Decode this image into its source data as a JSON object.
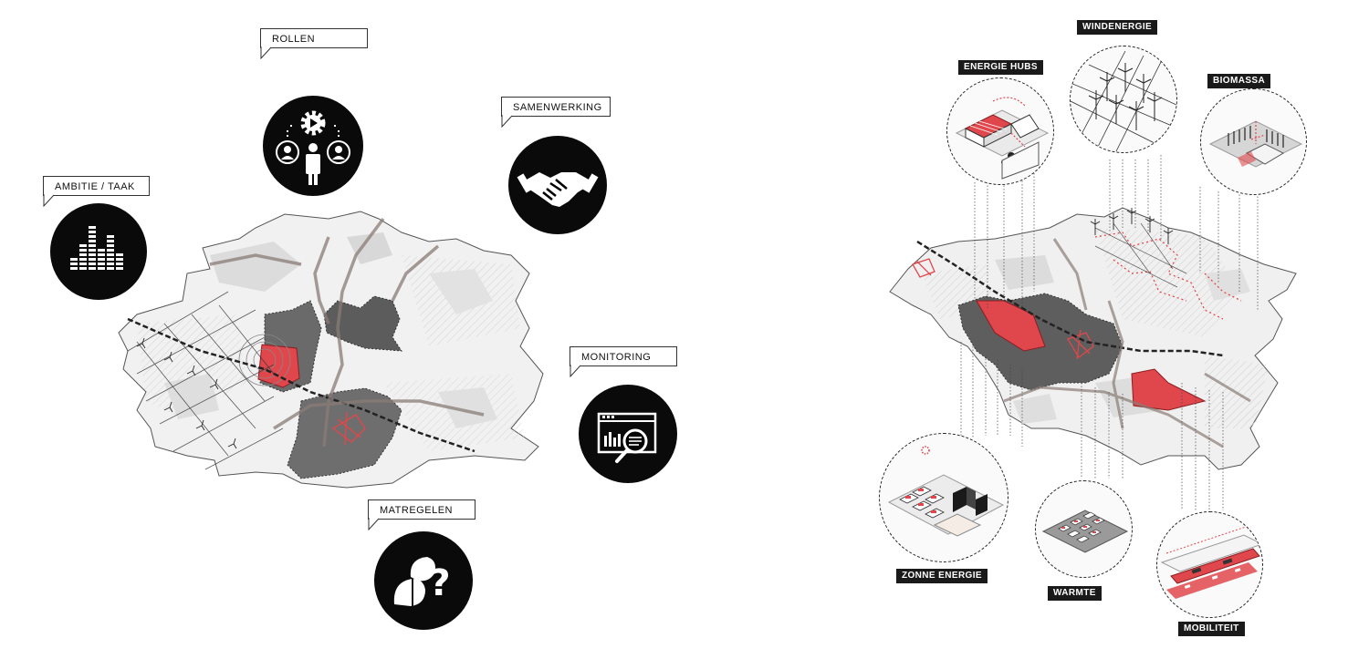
{
  "left": {
    "callouts": {
      "rollen": "ROLLEN",
      "samenwerking": "SAMENWERKING",
      "ambitie": "AMBITIE / TAAK",
      "monitoring": "MONITORING",
      "matregelen": "MATREGELEN"
    },
    "icons": {
      "rollen": "roles-gear-people-icon",
      "samenwerking": "handshake-icon",
      "ambitie": "bar-equalizer-icon",
      "monitoring": "monitor-magnifier-icon",
      "matregelen": "leaf-question-icon"
    }
  },
  "right": {
    "tags": {
      "energie_hubs": "ENERGIE HUBS",
      "windenergie": "WINDENERGIE",
      "biomassa": "BIOMASSA",
      "zonne_energie": "ZONNE ENERGIE",
      "warmte": "WARMTE",
      "mobiliteit": "MOBILITEIT"
    }
  },
  "colors": {
    "accent_red": "#e0474c",
    "urban_dark": "#5a5a5a",
    "icon_black": "#0a0a0a",
    "map_light": "#eeeeee"
  }
}
